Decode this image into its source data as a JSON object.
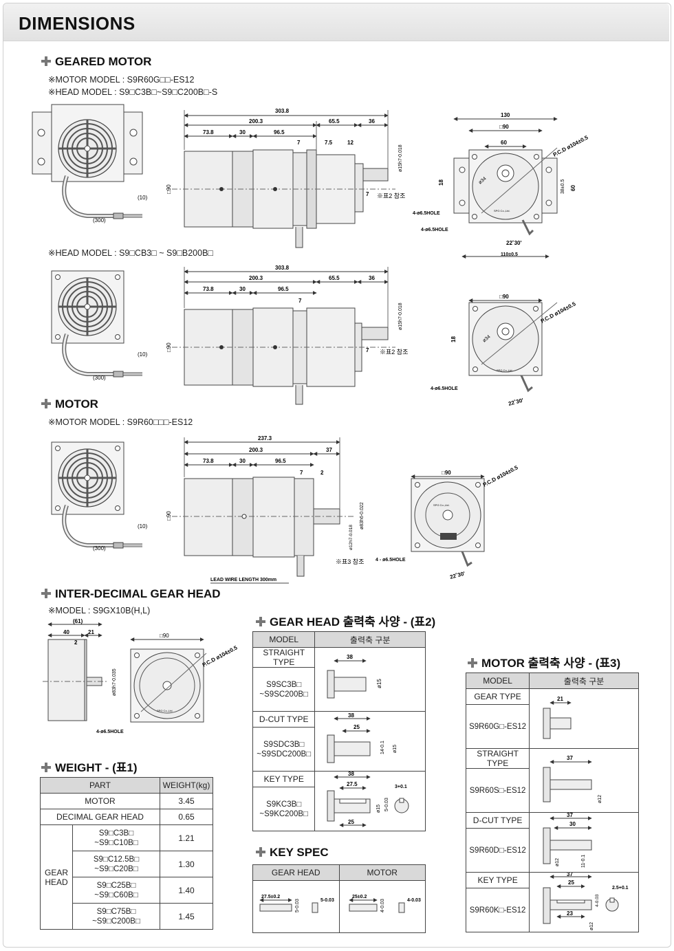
{
  "page": {
    "title": "DIMENSIONS"
  },
  "geared_motor": {
    "heading": "GEARED MOTOR",
    "note1": "※MOTOR MODEL : S9R60G□□-ES12",
    "note2": "※HEAD MODEL : S9□C3B□~S9□C200B□-S",
    "note3": "※HEAD MODEL : S9□CB3□ ~ S9□B200B□",
    "dims_top": [
      "303.8",
      "200.3",
      "65.5",
      "36",
      "73.8",
      "30",
      "96.5",
      "7",
      "7.5",
      "12",
      "7"
    ],
    "dims_bottom": [
      "303.8",
      "200.3",
      "65.5",
      "36",
      "73.8",
      "30",
      "96.5",
      "7",
      "7"
    ],
    "shaft": "ø15h7-0.018",
    "side": "□90",
    "lead1": "(10)",
    "lead2": "(300)",
    "ref": "※표2 참조",
    "front_top": [
      "130",
      "□90",
      "60",
      "P.C.D ø104±0.5",
      "ø34",
      "18",
      "38±0.5",
      "60",
      "4-ø6.5HOLE",
      "4-ø6.5HOLE",
      "22˚30'",
      "110±0.5"
    ],
    "front_bottom": [
      "□90",
      "P.C.D ø104±0.5",
      "ø34",
      "18",
      "4-ø6.5HOLE",
      "22˚30'"
    ],
    "brand": "SPG Co.,Ltd."
  },
  "motor": {
    "heading": "MOTOR",
    "note": "※MOTOR MODEL : S9R60□□□-ES12",
    "dims": [
      "237.3",
      "200.3",
      "37",
      "73.8",
      "30",
      "96.5",
      "7",
      "2"
    ],
    "side": "□90",
    "lead1": "(10)",
    "lead2": "(300)",
    "shaft1": "ø12h7-0.018",
    "shaft2": "ø83h6-0.022",
    "ref": "※표3 참조",
    "lead_wire": "LEAD WIRE LENGTH 300mm",
    "front": [
      "□90",
      "P.C.D ø104±0.5",
      "4 - ø6.5HOLE",
      "22˚30'"
    ],
    "brand": "SPG Co.,Ltd."
  },
  "inter_gear": {
    "heading": "INTER-DECIMAL GEAR HEAD",
    "note": "※MODEL : S9GX10B(H,L)",
    "dims": [
      "(61)",
      "40",
      "21",
      "2",
      "□90",
      "P.C.D ø104±0.5",
      "ø83h7-0.035",
      "4-ø6.5HOLE"
    ],
    "brand": "SPG Co.,Ltd."
  },
  "weight": {
    "heading": "WEIGHT - (표1)",
    "headers": [
      "PART",
      "WEIGHT(kg)"
    ],
    "motor": {
      "part": "MOTOR",
      "w": "3.45"
    },
    "decimal": {
      "part": "DECIMAL GEAR HEAD",
      "w": "0.65"
    },
    "gear_label1": "GEAR",
    "gear_label2": "HEAD",
    "gear_rows": [
      {
        "a": "S9□C3B□",
        "b": "~S9□C10B□",
        "w": "1.21"
      },
      {
        "a": "S9□C12.5B□",
        "b": "~S9□C20B□",
        "w": "1.30"
      },
      {
        "a": "S9□C25B□",
        "b": "~S9□C60B□",
        "w": "1.40"
      },
      {
        "a": "S9□C75B□",
        "b": "~S9□C200B□",
        "w": "1.45"
      }
    ]
  },
  "gearhead_shaft": {
    "heading": "GEAR HEAD 출력축 사양 - (표2)",
    "headers": [
      "MODEL",
      "출력축 구분"
    ],
    "rows": [
      {
        "type": "STRAIGHT TYPE",
        "m1": "S9SC3B□",
        "m2": "~S9SC200B□",
        "dims": [
          "38",
          "ø15"
        ]
      },
      {
        "type": "D-CUT TYPE",
        "m1": "S9SDC3B□",
        "m2": "~S9SDC200B□",
        "dims": [
          "38",
          "25",
          "14-0.1",
          "ø15"
        ]
      },
      {
        "type": "KEY TYPE",
        "m1": "S9KC3B□",
        "m2": "~S9KC200B□",
        "dims": [
          "38",
          "27.5",
          "ø15",
          "5-0.03",
          "3+0.1",
          "25"
        ]
      }
    ]
  },
  "key_spec": {
    "heading": "KEY SPEC",
    "headers": [
      "GEAR HEAD",
      "MOTOR"
    ],
    "gear": [
      "27.5±0.2",
      "5-0.03",
      "5-0.03"
    ],
    "motor": [
      "25±0.2",
      "4-0.03",
      "4-0.03"
    ]
  },
  "motor_shaft": {
    "heading": "MOTOR 출력축 사양 - (표3)",
    "headers": [
      "MODEL",
      "출력축 구분"
    ],
    "rows": [
      {
        "type": "GEAR TYPE",
        "m": "S9R60G□-ES12",
        "dims": [
          "21"
        ]
      },
      {
        "type": "STRAIGHT TYPE",
        "m": "S9R60S□-ES12",
        "dims": [
          "37",
          "ø12"
        ]
      },
      {
        "type": "D-CUT TYPE",
        "m": "S9R60D□-ES12",
        "dims": [
          "37",
          "30",
          "ø12",
          "11-0.1"
        ]
      },
      {
        "type": "KEY TYPE",
        "m": "S9R60K□-ES12",
        "dims": [
          "37",
          "25",
          "4-0.03",
          "2.5+0.1",
          "23",
          "ø12"
        ]
      }
    ]
  }
}
